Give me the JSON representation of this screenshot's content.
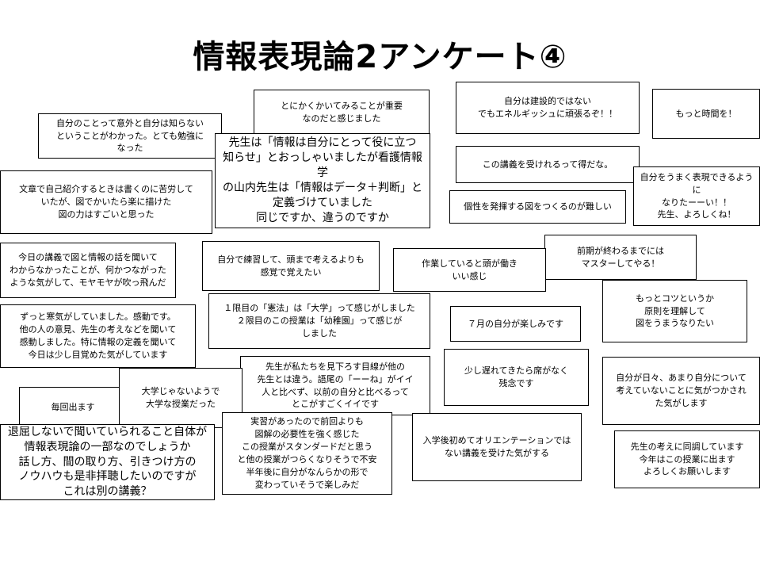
{
  "title": "情報表現論2アンケート④",
  "notes": [
    {
      "text": "とにかくかいてみることが重要\nなのだと感じました"
    },
    {
      "text": "自分は建設的ではない\nでもエネルギッシュに頑張るぞ！！"
    },
    {
      "text": "もっと時間を！"
    },
    {
      "text": "自分のことって意外と自分は知らない\nということがわかった。とても勉強に\nなった"
    },
    {
      "text": "先生は「情報は自分にとって役に立つ\n知らせ」とおっしゃいましたが看護情報学\nの山内先生は「情報はデータ＋判断」と\n定義づけていました\n同じですか、違うのですか"
    },
    {
      "text": "この講義を受けれるって得だな。"
    },
    {
      "text": "自分をうまく表現できるように\nなりたーーい！！\n先生、よろしくね！"
    },
    {
      "text": "文章で自己紹介するときは書くのに苦労して\nいたが、図でかいたら楽に描けた\n図の力はすごいと思った"
    },
    {
      "text": "個性を発揮する図をつくるのが難しい"
    },
    {
      "text": "前期が終わるまでには\nマスターしてやる！"
    },
    {
      "text": "今日の講義で図と情報の話を聞いて\nわからなかったことが、何かつながった\nような気がして、モヤモヤが吹っ飛んだ"
    },
    {
      "text": "自分で練習して、頭まで考えるよりも\n感覚で覚えたい"
    },
    {
      "text": "作業していると頭が働き\nいい感じ"
    },
    {
      "text": "もっとコツというか\n原則を理解して\n図をうまうなりたい"
    },
    {
      "text": "ずっと寒気がしていました。感動です。\n他の人の意見、先生の考えなどを聞いて\n感動しました。特に情報の定義を聞いて\n今日は少し目覚めた気がしています"
    },
    {
      "text": "１限目の「憲法」は「大学」って感じがしました\n２限目のこの授業は「幼稚園」って感じが\nしました"
    },
    {
      "text": "７月の自分が楽しみです"
    },
    {
      "text": "少し遅れてきたら席がなく\n残念です"
    },
    {
      "text": "先生が私たちを見下ろす目線が他の\n先生とは違う。語尾の「ーーね」がイイ\n人と比べず、以前の自分と比べるって\nとこがすごくイイです"
    },
    {
      "text": "自分が日々、あまり自分について\n考えていないことに気がつかされ\nた気がします"
    },
    {
      "text": "毎回出ます"
    },
    {
      "text": "大学じゃないようで\n大学な授業だった"
    },
    {
      "text": "実習があったので前回よりも\n図解の必要性を強く感じた\nこの授業がスタンダードだと思う\nと他の授業がつらくなりそうで不安\n半年後に自分がなんらかの形で\n変わっていそうで楽しみだ"
    },
    {
      "text": "退屈しないで聞いていられること自体が\n情報表現論の一部なのでしょうか\n話し方、間の取り方、引きつけ方の\nノウハウも是非拝聴したいのですが\nこれは別の講義？"
    },
    {
      "text": "入学後初めてオリエンテーションでは\nない講義を受けた気がする"
    },
    {
      "text": "先生の考えに同調しています\n今年はこの授業に出ます\nよろしくお願いします"
    }
  ]
}
